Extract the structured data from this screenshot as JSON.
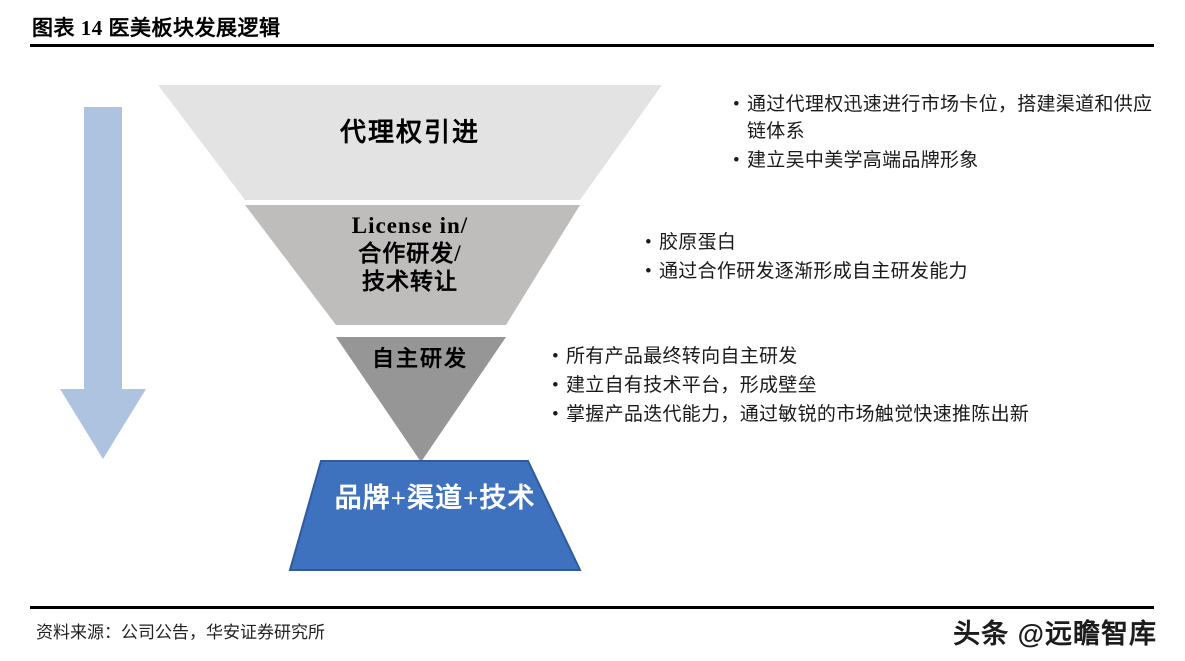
{
  "header": {
    "title": "图表 14 医美板块发展逻辑"
  },
  "footer": {
    "source": "资料来源：公司公告，华安证券研究所",
    "watermark": "头条 @远瞻智库"
  },
  "colors": {
    "tier1": "#E3E3E3",
    "tier2": "#BFBCBC",
    "tier3": "#969696",
    "base": "#3E72BE",
    "base_stroke": "#2F5A9E",
    "arrow": "#AEC3E0",
    "rule": "#000000",
    "text": "#1A1A1A"
  },
  "diagram": {
    "type": "inverted-funnel",
    "arrow": {
      "name": "downward-progression-arrow",
      "direction": "down"
    },
    "tiers": [
      {
        "id": "tier-1",
        "label": "代理权引进",
        "fill": "#E3E3E3",
        "shape": "trapezoid",
        "bullets": [
          "通过代理权迅速进行市场卡位，搭建渠道和供应链体系",
          "建立吴中美学高端品牌形象"
        ]
      },
      {
        "id": "tier-2",
        "label": "License in/\n合作研发/\n技术转让",
        "fill": "#BFBCBC",
        "shape": "trapezoid",
        "bullets": [
          "胶原蛋白",
          "通过合作研发逐渐形成自主研发能力"
        ]
      },
      {
        "id": "tier-3",
        "label": "自主研发",
        "fill": "#969696",
        "shape": "triangle",
        "bullets": [
          "所有产品最终转向自主研发",
          "建立自有技术平台，形成壁垒",
          "掌握产品迭代能力，通过敏锐的市场触觉快速推陈出新"
        ]
      }
    ],
    "base": {
      "id": "base-outcome",
      "label": "品牌+渠道+技术",
      "fill": "#3E72BE",
      "shape": "trapezoid"
    }
  }
}
